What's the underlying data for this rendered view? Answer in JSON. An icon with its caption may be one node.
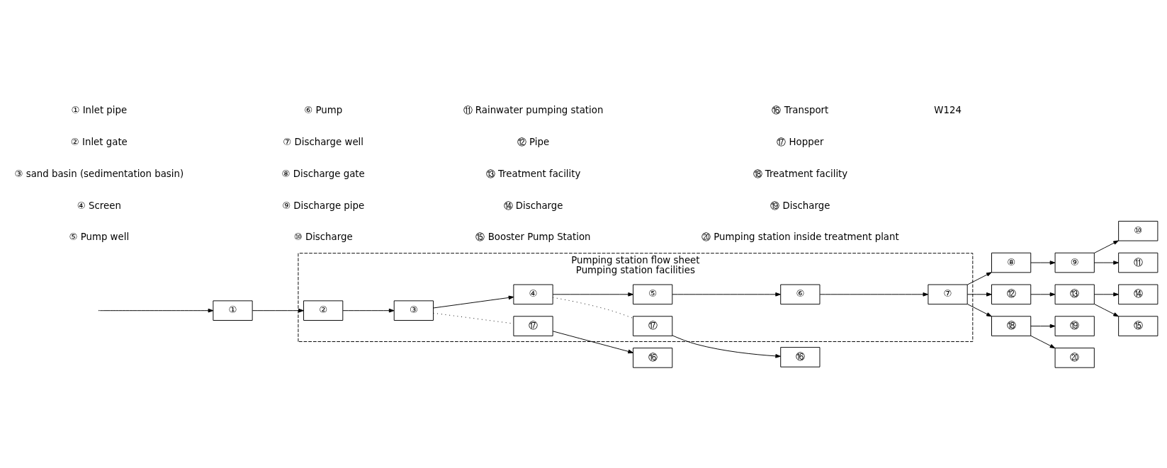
{
  "diagram": {
    "nodes": [
      {
        "text": [
          "①"
        ]
      },
      {
        "text": [
          "Pumping station flow sheet",
          "Pumping station facilities"
        ]
      },
      {
        "text": [
          "②"
        ],
        "in": 1
      },
      {
        "text": [
          "③"
        ],
        "in": 1
      },
      {
        "text": [
          "④"
        ],
        "in": 1
      },
      {
        "text": [
          "⑤"
        ],
        "in": 1
      },
      {
        "text": [
          "⑥"
        ],
        "in": 1
      },
      {
        "text": [
          "⑦"
        ],
        "in": 1
      },
      {
        "text": [
          "⑧"
        ]
      },
      {
        "text": [
          "⑨"
        ]
      },
      {
        "text": [
          "⑩"
        ]
      },
      {
        "text": [
          "⑪"
        ]
      },
      {
        "text": [
          "⑫"
        ]
      },
      {
        "text": [
          "⑬"
        ]
      },
      {
        "text": [
          "⑭"
        ]
      },
      {
        "text": [
          "⑮"
        ]
      },
      {
        "text": [
          "⑯"
        ]
      },
      {
        "text": [
          "⑰"
        ],
        "in": 1
      },
      {
        "text": [
          "⑯"
        ]
      },
      {
        "text": [
          "⑰"
        ],
        "in": 1
      },
      {
        "text": [
          "⑱"
        ]
      },
      {
        "text": [
          "⑲"
        ]
      },
      {
        "text": [
          "⑳"
        ]
      }
    ],
    "edges": [
      {
        "from": null,
        "to": 0,
        "arrow": "to"
      },
      {
        "from": 0,
        "to": 2,
        "arrow": "to"
      },
      {
        "from": 2,
        "to": 3,
        "arrow": "to"
      },
      {
        "from": 3,
        "to": 4,
        "arrow": "to"
      },
      {
        "from": 4,
        "to": 5,
        "arrow": "to"
      },
      {
        "from": 5,
        "to": 6,
        "arrow": "to"
      },
      {
        "from": 6,
        "to": 7,
        "arrow": "to"
      },
      {
        "from": 7,
        "to": 8,
        "arrow": "to"
      },
      {
        "from": 8,
        "to": 9,
        "arrow": "to"
      },
      {
        "from": 9,
        "to": 10,
        "arrow": "to"
      },
      {
        "from": 9,
        "to": 11,
        "arrow": "to"
      },
      {
        "from": 7,
        "to": 12,
        "arrow": "to"
      },
      {
        "from": 12,
        "to": 13,
        "arrow": "to"
      },
      {
        "from": 13,
        "to": 14,
        "arrow": "to"
      },
      {
        "from": 13,
        "to": 15,
        "arrow": "to"
      },
      {
        "from": 3,
        "to": 17,
        "arrow": "none",
        "style": "dashed"
      },
      {
        "from": 17,
        "to": 16,
        "arrow": "to"
      },
      {
        "from": 4,
        "to": 19,
        "arrow": "none",
        "style": "dashed"
      },
      {
        "from": 19,
        "to": 18,
        "arrow": "to"
      },
      {
        "from": 7,
        "to": 20,
        "arrow": "to"
      },
      {
        "from": 20,
        "to": 21,
        "arrow": "to"
      },
      {
        "from": 20,
        "to": 22,
        "arrow": "to"
      }
    ],
    "labels": [
      "W124",
      "① Inlet pipe",
      "② Inlet gate",
      "③ sand basin (sedimentation basin)",
      "④ Screen",
      "⑤ Pump well",
      "⑥ Pump",
      "⑦ Discharge well",
      "⑧ Discharge gate",
      "⑨ Discharge pipe",
      "⑩ Discharge",
      "⑪ Rainwater pumping station",
      "⑫ Pipe",
      "⑬ Treatment facility",
      "⑭ Discharge",
      "⑮ Booster Pump Station",
      "⑯ Transport",
      "⑰ Hopper",
      "⑱ Treatment facility",
      "⑲ Discharge",
      "⑳ Pumping station inside treatment plant"
    ]
  }
}
